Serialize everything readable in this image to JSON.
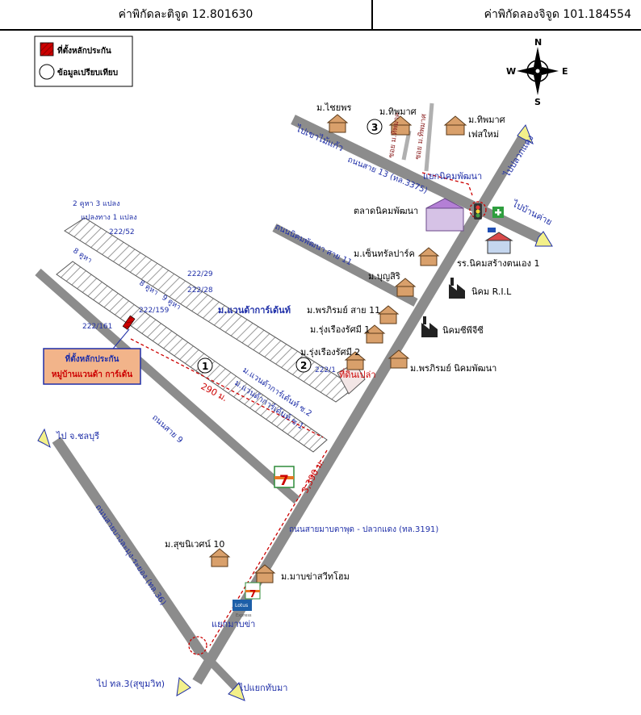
{
  "header": {
    "latitude": "ค่าพิกัดละติจูด 12.801630",
    "longitude": "ค่าพิกัดลองจิจูด 101.184554"
  },
  "legend": {
    "marker_label": "ที่ตั้งหลักประกัน",
    "compare_label": "ข้อมูลเปรียบเทียบ"
  },
  "compass": {
    "n": "N",
    "s": "S",
    "e": "E",
    "w": "W"
  },
  "roads": {
    "sai13": "ถนนสาย 13 (ทล.3375)",
    "nikhom_11": "ถนนนิคมพัฒนา สาย 11",
    "sai9": "ถนนสาย 9",
    "maptaphut": "ถนนสายมาบตาพุด - ปลวกแดง (ทล.3191)",
    "bangla_rayong": "ถนนสายบางละมุง-ระยอง (ทล.36)",
    "soi_thipmas": "ซอย ม.ทิพมาศ",
    "soi_2": "ม.แวนด้าการ์เด้นท์ ซ.2",
    "soi_1": "ม.แวนด้าการ์เด้นท์ ซ.1"
  },
  "directions": {
    "khao_mai_kaew": "ไปเขาไม้แก้ว",
    "pluak_daeng": "ไปปลวกแดง",
    "ban_khai": "ไปบ้านค่าย",
    "chonburi": "ไป จ.ชลบุรี",
    "sukhumvit": "ไป ทล.3(สุขุมวิท)",
    "thap_ma": "ไปแยกทับมา"
  },
  "junctions": {
    "nikhom": "แยกนิคมพัฒนา",
    "map_kha": "แยกมาบข่า"
  },
  "places": {
    "chaiyaphon": "ม.ไชยพร",
    "thipmas": "ม.ทิพมาศ",
    "thipmas_phase_new": "ม.ทิพมาศ",
    "phase_new": "เฟสใหม่",
    "market": "ตลาดนิคมพัฒนา",
    "central_park": "ม.เซ็นทรัลปาร์ค",
    "school": "รร.นิคมสร้างตนเอง 1",
    "boonsiri": "ม.บุญสิริ",
    "ril": "นิคม R.I.L",
    "prommin_11": "ม.พรภิรมย์ สาย 11",
    "rungruang_1": "ม.รุ่งเรืองรัศมี 1",
    "nikhom_cp": "นิคมซีพีจีซี",
    "rungruang_2": "ม.รุ่งเรืองรัศมี 2",
    "prommin_nikhom": "ม.พรภิรมย์ นิคมพัฒนา",
    "wanda": "ม.แวนด้าการ์เด้นท์",
    "empty_land": "ที่ดินเปล่า",
    "suknivet": "ม.สุขนิเวศน์ 10",
    "mapkha_home": "ม.มาบข่าสวีทโฮม",
    "lotus": "Lotus",
    "lotus_sub": "Express",
    "seven": "7"
  },
  "plots": {
    "p1": "2 คูหา 3 แปลง",
    "p2": "แปลงทาง 1 แปลง",
    "p3": "222/52",
    "p4": "222/29",
    "p5": "222/28",
    "p6": "222/159",
    "p7": "222/161",
    "p8": "222/1",
    "koo8": "8 คูหา",
    "koo8b": "8 คูหา",
    "koo9": "9 คูหา"
  },
  "callout": {
    "line1": "ที่ตั้งหลักประกัน",
    "line2": "หมู่บ้านแวนด้า การ์เด้น"
  },
  "distances": {
    "d290": "290 ม.",
    "d3390": "3,390 ม."
  },
  "markers": {
    "m1": "1",
    "m2": "2",
    "m3": "3"
  },
  "colors": {
    "road": "#8c8c8c",
    "blue_text": "#1f2fa8",
    "red": "#cc0000",
    "arrow_fill": "#f3f08a",
    "callout_bg": "#f2b48a",
    "callout_border": "#1f2fa8"
  }
}
